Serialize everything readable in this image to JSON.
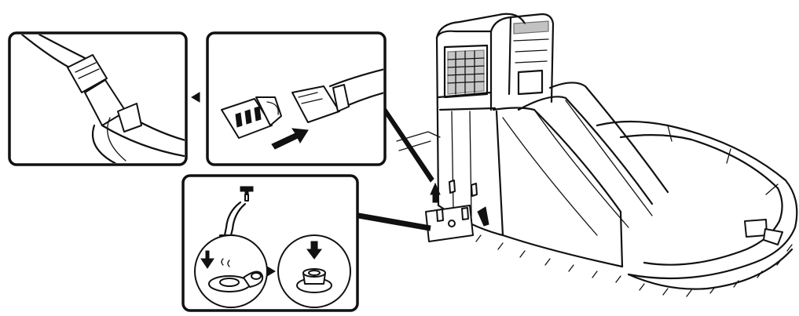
{
  "figure": {
    "kind": "assembly-instruction-illustration",
    "text_labels": [],
    "panels": [
      {
        "name": "buckle-fastened-panel",
        "icon": "strap-buckle-closed-icon"
      },
      {
        "name": "buckle-connect-panel",
        "icon": "strap-buckle-open-icon"
      },
      {
        "name": "water-valve-panel",
        "icon": "water-tap-valve-icon"
      }
    ],
    "main_subject": "inflatable-water-slide-icon",
    "colors": {
      "line": "#111111",
      "background": "#ffffff"
    }
  }
}
